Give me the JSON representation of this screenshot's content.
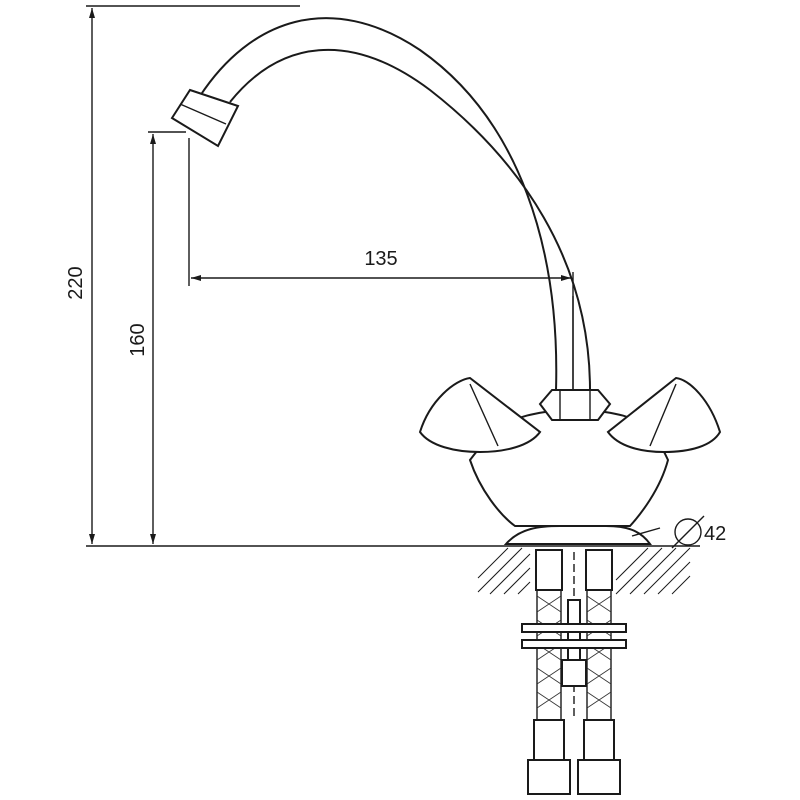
{
  "dimensions": {
    "total_height": "220",
    "outlet_height": "160",
    "spout_reach": "135",
    "base_diameter": "42"
  },
  "symbols": {
    "diameter": "diameter-symbol-icon"
  }
}
